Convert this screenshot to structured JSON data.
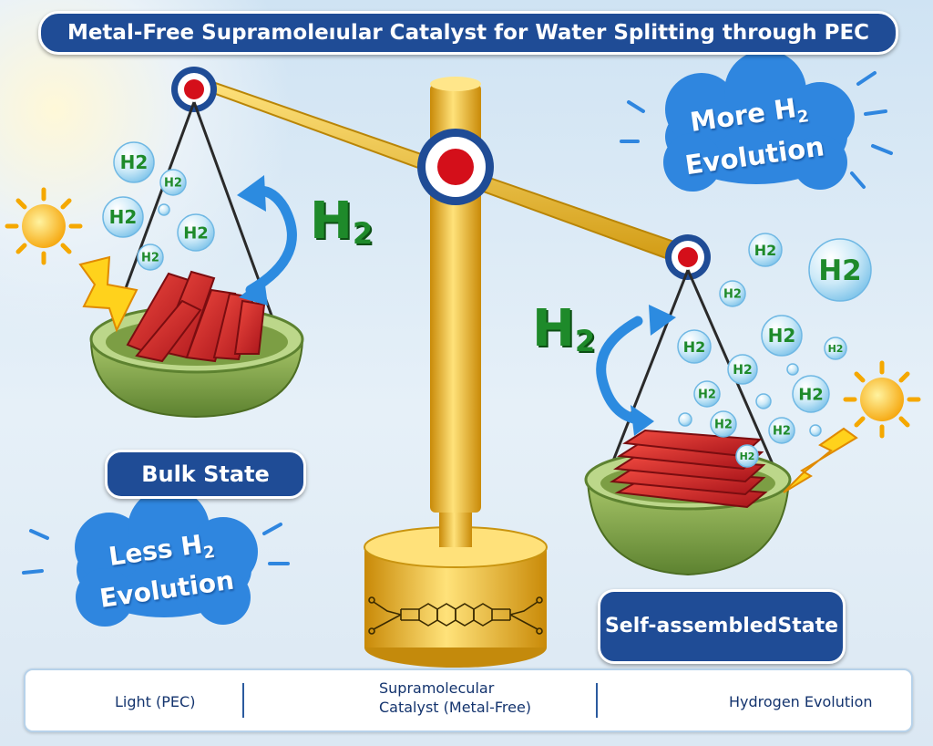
{
  "title": "Metal-Free Supramoleıular Catalyst for Water Splitting through PEC",
  "labels": {
    "bulk_state": "Bulk State",
    "self_assembled_line1": "Self-assembled",
    "self_assembled_line2": "State"
  },
  "annotations": {
    "more_line1": "More H",
    "more_sub": "2",
    "more_line2": "Evolution",
    "less_line1": "Less H",
    "less_sub": "2",
    "less_line2": "Evolution",
    "h2_text": "H",
    "h2_sub": "2"
  },
  "bubble_label": "H2",
  "legend": {
    "light": "Light (PEC)",
    "catalyst_line1": "Supramolecular",
    "catalyst_line2": "Catalyst (Metal-Free)",
    "hydrogen": "Hydrogen Evolution"
  },
  "icons": [
    "sun-icon",
    "lightning-icon",
    "h2-bubble-icon",
    "catalyst-plate-icon",
    "curved-arrow-icon"
  ],
  "colors": {
    "banner": "#1f4c96",
    "gold": "#f2b820",
    "pan_green": "#7fa646",
    "catalyst_red": "#d8262a",
    "h2_green": "#1e8a2a",
    "arrow_blue": "#2c8be0",
    "cloud_blue": "#2f86df"
  }
}
